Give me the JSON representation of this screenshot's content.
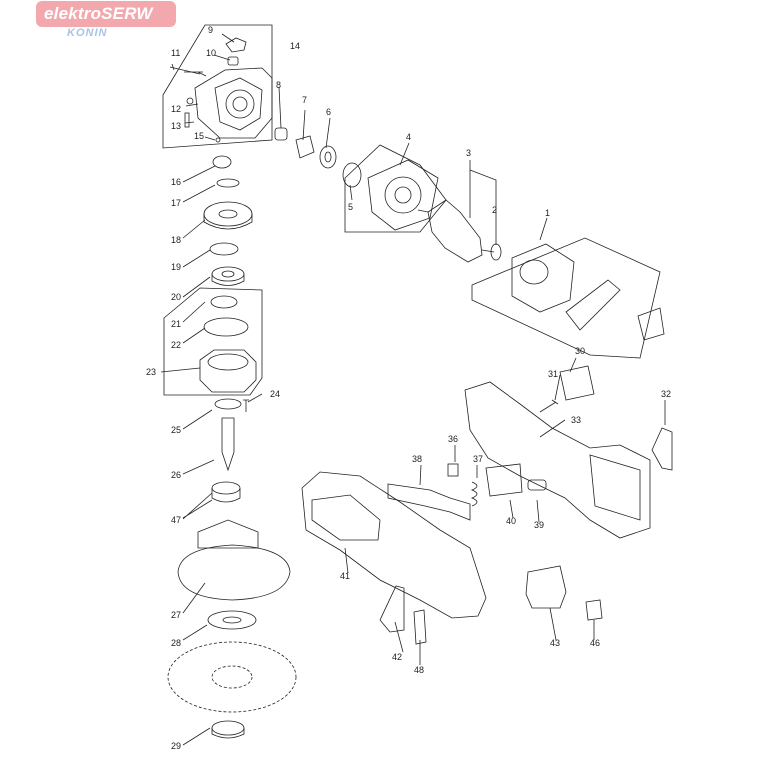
{
  "brand": {
    "name": "elektroSERW",
    "city": "KONIN"
  },
  "callouts": [
    {
      "id": "1",
      "label": "1"
    },
    {
      "id": "2",
      "label": "2"
    },
    {
      "id": "3",
      "label": "3"
    },
    {
      "id": "4",
      "label": "4"
    },
    {
      "id": "5",
      "label": "5"
    },
    {
      "id": "6",
      "label": "6"
    },
    {
      "id": "7",
      "label": "7"
    },
    {
      "id": "8",
      "label": "8"
    },
    {
      "id": "9",
      "label": "9"
    },
    {
      "id": "10",
      "label": "10"
    },
    {
      "id": "11",
      "label": "11"
    },
    {
      "id": "12",
      "label": "12"
    },
    {
      "id": "13",
      "label": "13"
    },
    {
      "id": "14",
      "label": "14"
    },
    {
      "id": "15",
      "label": "15"
    },
    {
      "id": "16",
      "label": "16"
    },
    {
      "id": "17",
      "label": "17"
    },
    {
      "id": "18",
      "label": "18"
    },
    {
      "id": "19",
      "label": "19"
    },
    {
      "id": "20",
      "label": "20"
    },
    {
      "id": "21",
      "label": "21"
    },
    {
      "id": "22",
      "label": "22"
    },
    {
      "id": "23",
      "label": "23"
    },
    {
      "id": "24",
      "label": "24"
    },
    {
      "id": "25",
      "label": "25"
    },
    {
      "id": "26",
      "label": "26"
    },
    {
      "id": "27",
      "label": "27"
    },
    {
      "id": "28",
      "label": "28"
    },
    {
      "id": "29",
      "label": "29"
    },
    {
      "id": "30",
      "label": "30"
    },
    {
      "id": "31",
      "label": "31"
    },
    {
      "id": "32",
      "label": "32"
    },
    {
      "id": "33",
      "label": "33"
    },
    {
      "id": "36",
      "label": "36"
    },
    {
      "id": "37",
      "label": "37"
    },
    {
      "id": "38",
      "label": "38"
    },
    {
      "id": "39",
      "label": "39"
    },
    {
      "id": "40",
      "label": "40"
    },
    {
      "id": "41",
      "label": "41"
    },
    {
      "id": "42",
      "label": "42"
    },
    {
      "id": "43",
      "label": "43"
    },
    {
      "id": "46",
      "label": "46"
    },
    {
      "id": "47",
      "label": "47"
    },
    {
      "id": "48",
      "label": "48"
    }
  ]
}
